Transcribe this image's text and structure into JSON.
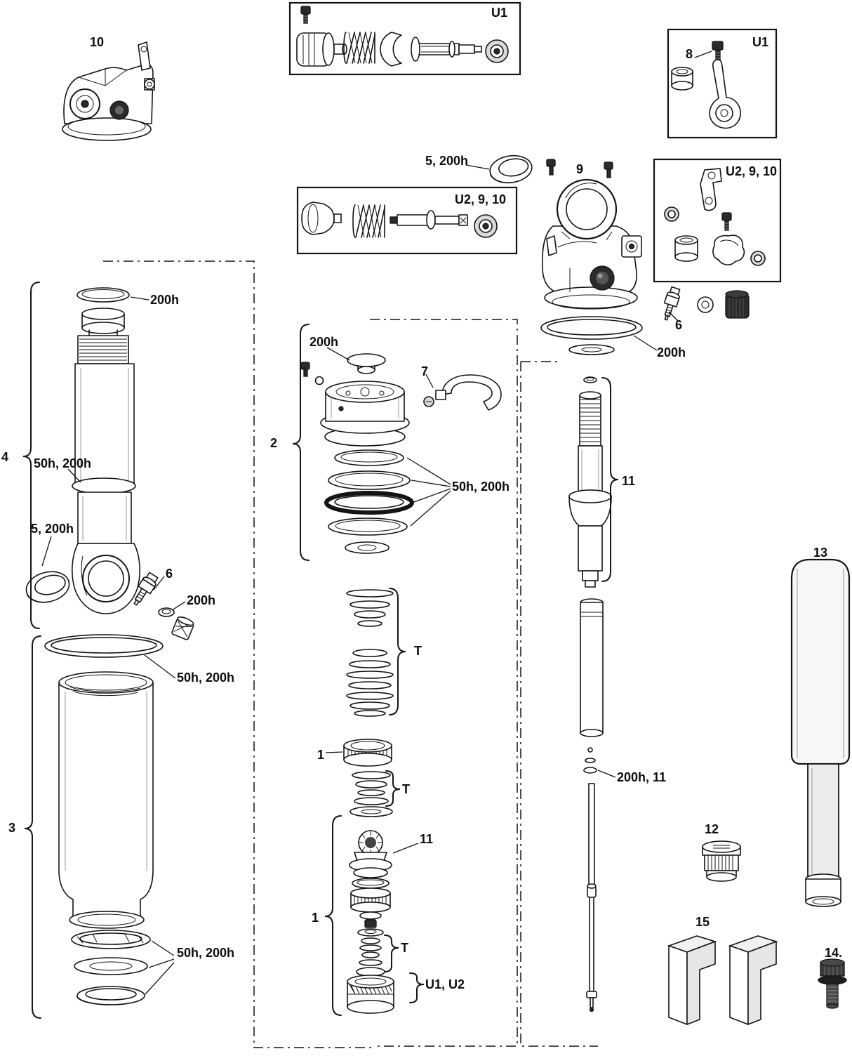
{
  "colors": {
    "background": "#ffffff",
    "line": "#141414"
  },
  "labels": {
    "part10": "10",
    "u1_top": "U1",
    "u1_right": "U1",
    "part8": "8",
    "bushing_top": "5, 200h",
    "part9": "9",
    "u2910_center": "U2, 9, 10",
    "u2910_right": "U2, 9, 10",
    "part6_right": "6",
    "oring_200h_right": "200h",
    "shaft_200h_top": "200h",
    "part4": "4",
    "seal_50h_200h_left": "50h, 200h",
    "bushing_left": "5, 200h",
    "part6_left": "6",
    "oring_200h_left": "200h",
    "can_50h_200h_top": "50h, 200h",
    "part3": "3",
    "can_50h_200h_bottom": "50h, 200h",
    "group2_200h": "200h",
    "part2": "2",
    "part7": "7",
    "rings_50h_200h": "50h, 200h",
    "shim_t1": "T",
    "part1_piston": "1",
    "shim_t2": "T",
    "part11_piston": "11",
    "part1_group": "1",
    "shim_t3": "T",
    "u1_u2": "U1, U2",
    "part11_shaft": "11",
    "rod_200h_11": "200h, 11",
    "part13": "13",
    "part12": "12",
    "part15": "15",
    "part14": "14."
  }
}
